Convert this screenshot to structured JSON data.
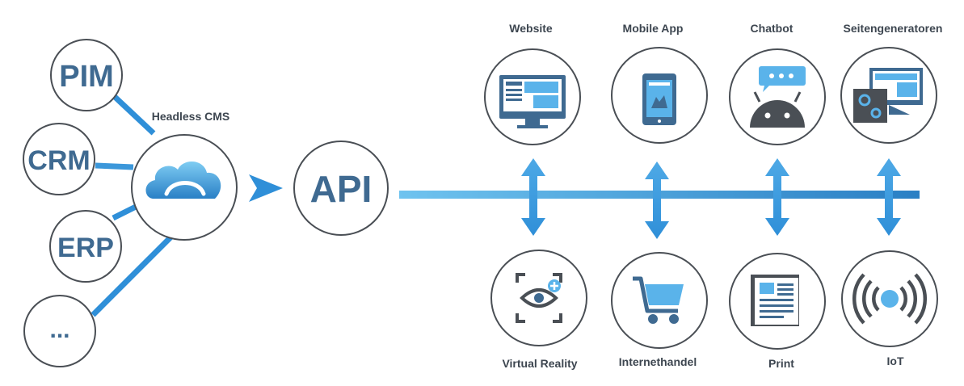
{
  "sources": {
    "pim": "PIM",
    "crm": "CRM",
    "erp": "ERP",
    "more": "..."
  },
  "cms": {
    "label": "Headless CMS"
  },
  "api": {
    "label": "API"
  },
  "outputs_top": [
    {
      "label": "Website",
      "icon": "website-monitor-icon"
    },
    {
      "label": "Mobile App",
      "icon": "mobile-tablet-icon"
    },
    {
      "label": "Chatbot",
      "icon": "chatbot-android-icon"
    },
    {
      "label": "Seitengeneratoren",
      "icon": "page-generator-icon"
    }
  ],
  "outputs_bottom": [
    {
      "label": "Virtual Reality",
      "icon": "vr-eye-icon"
    },
    {
      "label": "Internethandel",
      "icon": "shopping-cart-icon"
    },
    {
      "label": "Print",
      "icon": "print-document-icon"
    },
    {
      "label": "IoT",
      "icon": "iot-signal-icon"
    }
  ],
  "colors": {
    "accent": "#2f8fd8",
    "accent_light": "#6fc3ef",
    "icon_dark": "#3f6a91",
    "circle_stroke": "#4a4f55",
    "label_text": "#3d4650"
  }
}
